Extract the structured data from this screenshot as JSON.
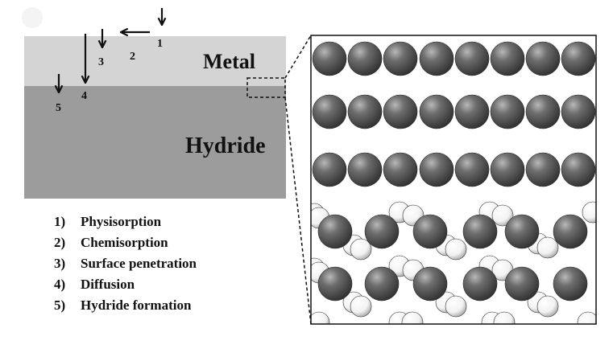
{
  "regions": {
    "metal": "Metal",
    "hydride": "Hydride"
  },
  "step_labels": [
    "1",
    "2",
    "3",
    "4",
    "5"
  ],
  "legend": [
    {
      "number": "1)",
      "text": "Physisorption"
    },
    {
      "number": "2)",
      "text": "Chemisorption"
    },
    {
      "number": "3)",
      "text": "Surface penetration"
    },
    {
      "number": "4)",
      "text": "Diffusion"
    },
    {
      "number": "5)",
      "text": "Hydride formation"
    }
  ],
  "colors": {
    "metal_layer": "#d4d4d4",
    "hydride_layer": "#9c9c9c",
    "metal_atom": "#5a5a5a",
    "hydrogen_atom": "#f4f4f4"
  }
}
